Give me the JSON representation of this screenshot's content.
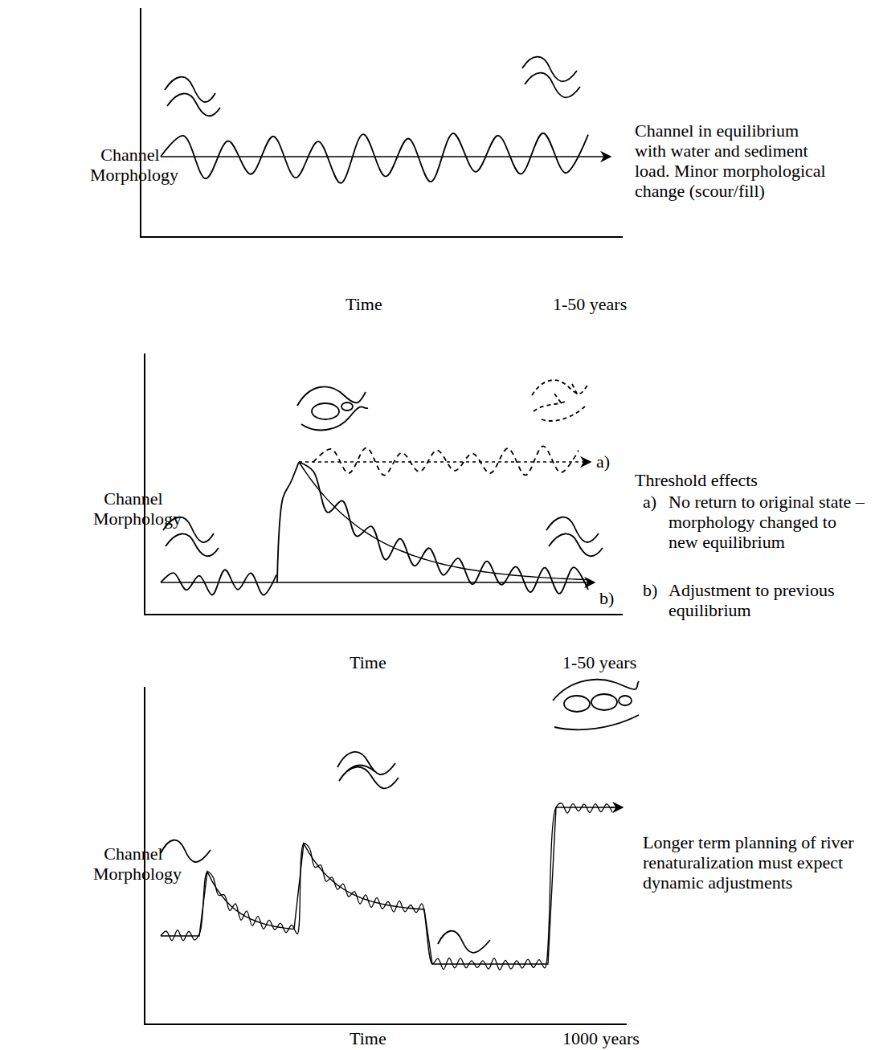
{
  "diagram": {
    "labels": [
      "Channel Morphology",
      "Channel in equilibrium with water and sediment load.  Minor morphological change (scour/fill)",
      "Time",
      "1-50 years",
      "Channel Morphology",
      "a)",
      "Threshold effects",
      "a)",
      "No return to original state – morphology changed to new equilibrium",
      "b)",
      "b)",
      "Adjustment to previous equilibrium",
      "Time",
      "1-50 years",
      "Channel Morphology",
      "Longer term planning of river renaturalization must expect dynamic adjustments",
      "Time",
      "1000 years"
    ]
  }
}
